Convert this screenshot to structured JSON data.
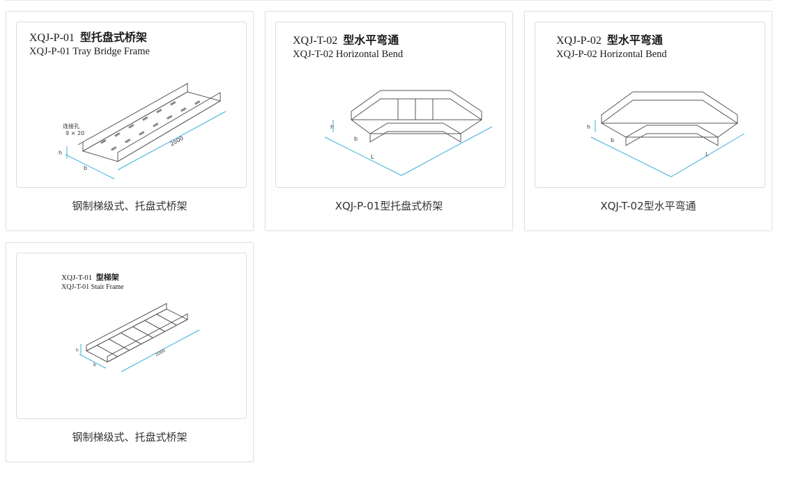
{
  "cards": [
    {
      "model": "XQJ-P-01",
      "title_zh": "型托盘式桥架",
      "title_en": "XQJ-P-01 Tray Bridge Frame",
      "dim_length": "2000",
      "dim_b": "b",
      "dim_h": "h",
      "hole_label": "连接孔",
      "hole_size": "9 × 20",
      "caption": "钢制梯级式、托盘式桥架"
    },
    {
      "model": "XQJ-T-02",
      "title_zh": "型水平弯通",
      "title_en": "XQJ-T-02 Horizontal Bend",
      "dim_b": "b",
      "dim_h": "h",
      "dim_l": "L",
      "caption": "XQJ-P-01型托盘式桥架"
    },
    {
      "model": "XQJ-P-02",
      "title_zh": "型水平弯通",
      "title_en": "XQJ-P-02 Horizontal Bend",
      "dim_b": "b",
      "dim_h": "h",
      "dim_l": "L",
      "caption": "XQJ-T-02型水平弯通"
    },
    {
      "model": "XQJ-T-01",
      "title_zh": "型梯架",
      "title_en": "XQJ-T-01  Stair Frame",
      "dim_length": "2000",
      "dim_b": "b",
      "dim_h": "h",
      "caption": "钢制梯级式、托盘式桥架"
    }
  ]
}
